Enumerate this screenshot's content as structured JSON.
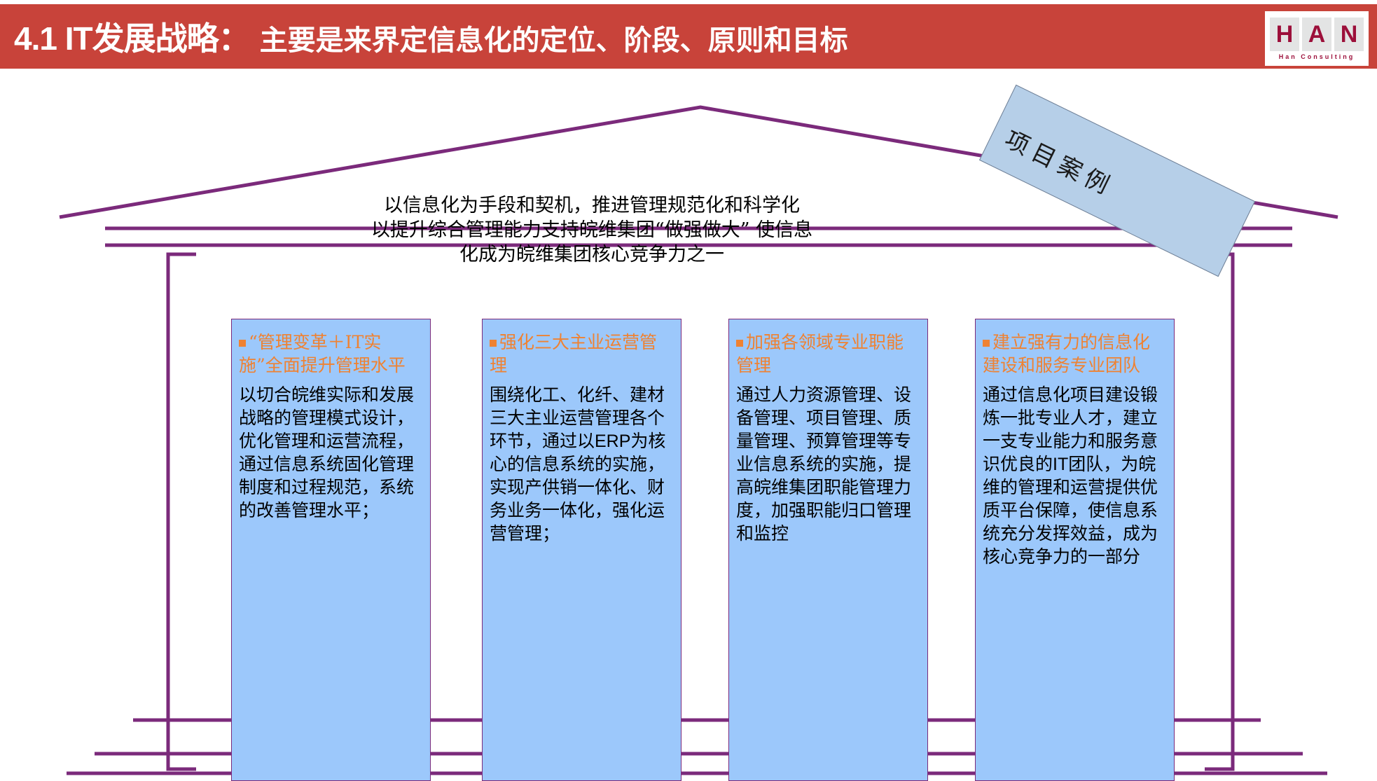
{
  "header": {
    "title_main": "4.1 IT发展战略：",
    "title_sub": "主要是来界定信息化的定位、阶段、原则和目标",
    "bg_color": "#c8433a"
  },
  "logo": {
    "letters": [
      "H",
      "A",
      "N"
    ],
    "tagline": "Han Consulting",
    "color": "#9c0f3a"
  },
  "banner": {
    "label": "项目案例",
    "fill": "#b6cfe8"
  },
  "roof": {
    "text": "以信息化为手段和契机，推进管理规范化和科学化\n以提升综合管理能力支持皖维集团“做强做大” 使信息\n化成为皖维集团核心竞争力之一",
    "line_color": "#7b2a7b"
  },
  "columns": [
    {
      "heading": "“管理变革＋IT实施”全面提升管理水平",
      "body": "以切合皖维实际和发展战略的管理模式设计，优化管理和运营流程，通过信息系统固化管理制度和过程规范，系统的改善管理水平；"
    },
    {
      "heading": "强化三大主业运营管理",
      "body": "围绕化工、化纤、建材三大主业运营管理各个环节，通过以ERP为核心的信息系统的实施，实现产供销一体化、财务业务一体化，强化运营管理；"
    },
    {
      "heading": "加强各领域专业职能管理",
      "body": "通过人力资源管理、设备管理、项目管理、质量管理、预算管理等专业信息系统的实施，提高皖维集团职能管理力度，加强职能归口管理和监控"
    },
    {
      "heading": "建立强有力的信息化建设和服务专业团队",
      "body": "通过信息化项目建设锻炼一批专业人才，建立一支专业能力和服务意识优良的IT团队，为皖维的管理和运营提供优质平台保障，使信息系统充分发挥效益，成为核心竞争力的一部分"
    }
  ],
  "palette": {
    "box_fill": "#9cc8fb",
    "box_border": "#7b2a7b",
    "heading_color": "#ef8232",
    "structure_line": "#7b2a7b"
  }
}
